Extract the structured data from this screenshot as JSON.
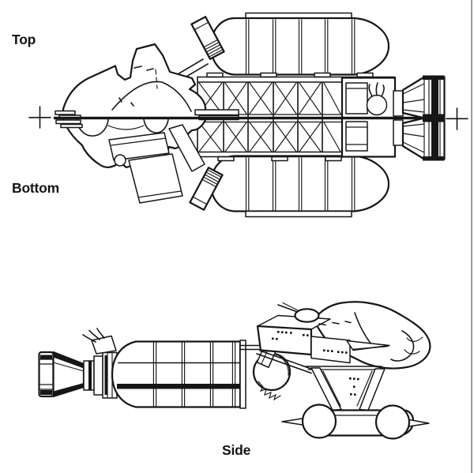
{
  "figure": {
    "kind": "spacecraft-orthographic-line-drawing",
    "labels": {
      "top": "Top",
      "bottom": "Bottom",
      "side": "Side"
    },
    "colors": {
      "background": "#ffffff",
      "ink": "#161616"
    },
    "markers": {
      "left": "registration-cross",
      "right": "registration-cross",
      "centerline": "horizontal-split-line"
    }
  }
}
